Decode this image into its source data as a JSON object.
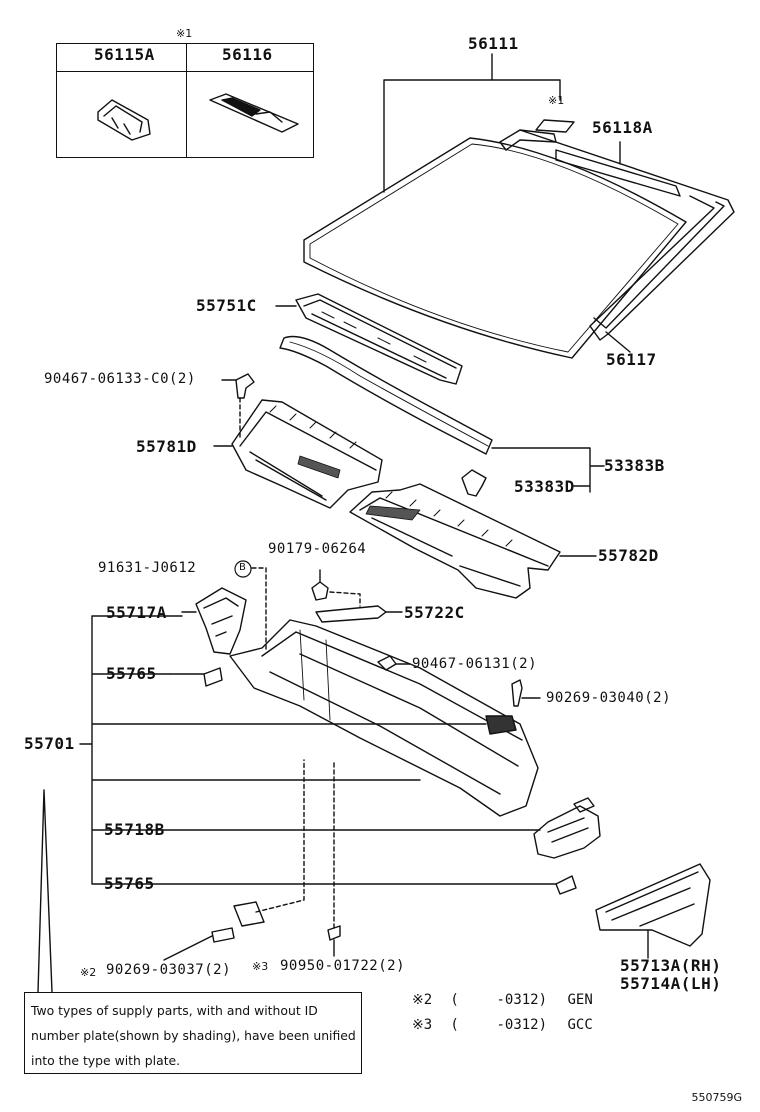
{
  "inset": {
    "mark": "※1",
    "col_left": "56115A",
    "col_right": "56116"
  },
  "parts": {
    "p56111": "56111",
    "p56111_mark": "※1",
    "p56118A": "56118A",
    "p56117": "56117",
    "p55751C": "55751C",
    "p90467_06133": "90467-06133-C0(2)",
    "p55781D": "55781D",
    "p53383B": "53383B",
    "p53383D": "53383D",
    "p55782D": "55782D",
    "p90179": "90179-06264",
    "p91631": "91631-J0612",
    "p91631_circle": "B",
    "p55717A": "55717A",
    "p55722C": "55722C",
    "p55765_top": "55765",
    "p90467_06131": "90467-06131(2)",
    "p90269_03040": "90269-03040(2)",
    "p55701": "55701",
    "p55718B": "55718B",
    "p55765_bottom": "55765",
    "p90269_03037": "90269-03037(2)",
    "p90269_03037_mark": "※2",
    "p90950": "90950-01722(2)",
    "p90950_mark": "※3",
    "p55713A": "55713A(RH)",
    "p55714A": "55714A(LH)"
  },
  "note": {
    "line1": "Two types of supply parts, with and without ID",
    "line2": "number plate(shown by shading), have been unified",
    "line3": "into the type with plate."
  },
  "legend": [
    {
      "mark": "※2",
      "open": "(",
      "range": "-0312)",
      "code": "GEN"
    },
    {
      "mark": "※3",
      "open": "(",
      "range": "-0312)",
      "code": "GCC"
    }
  ],
  "footer": {
    "code": "550759G"
  }
}
